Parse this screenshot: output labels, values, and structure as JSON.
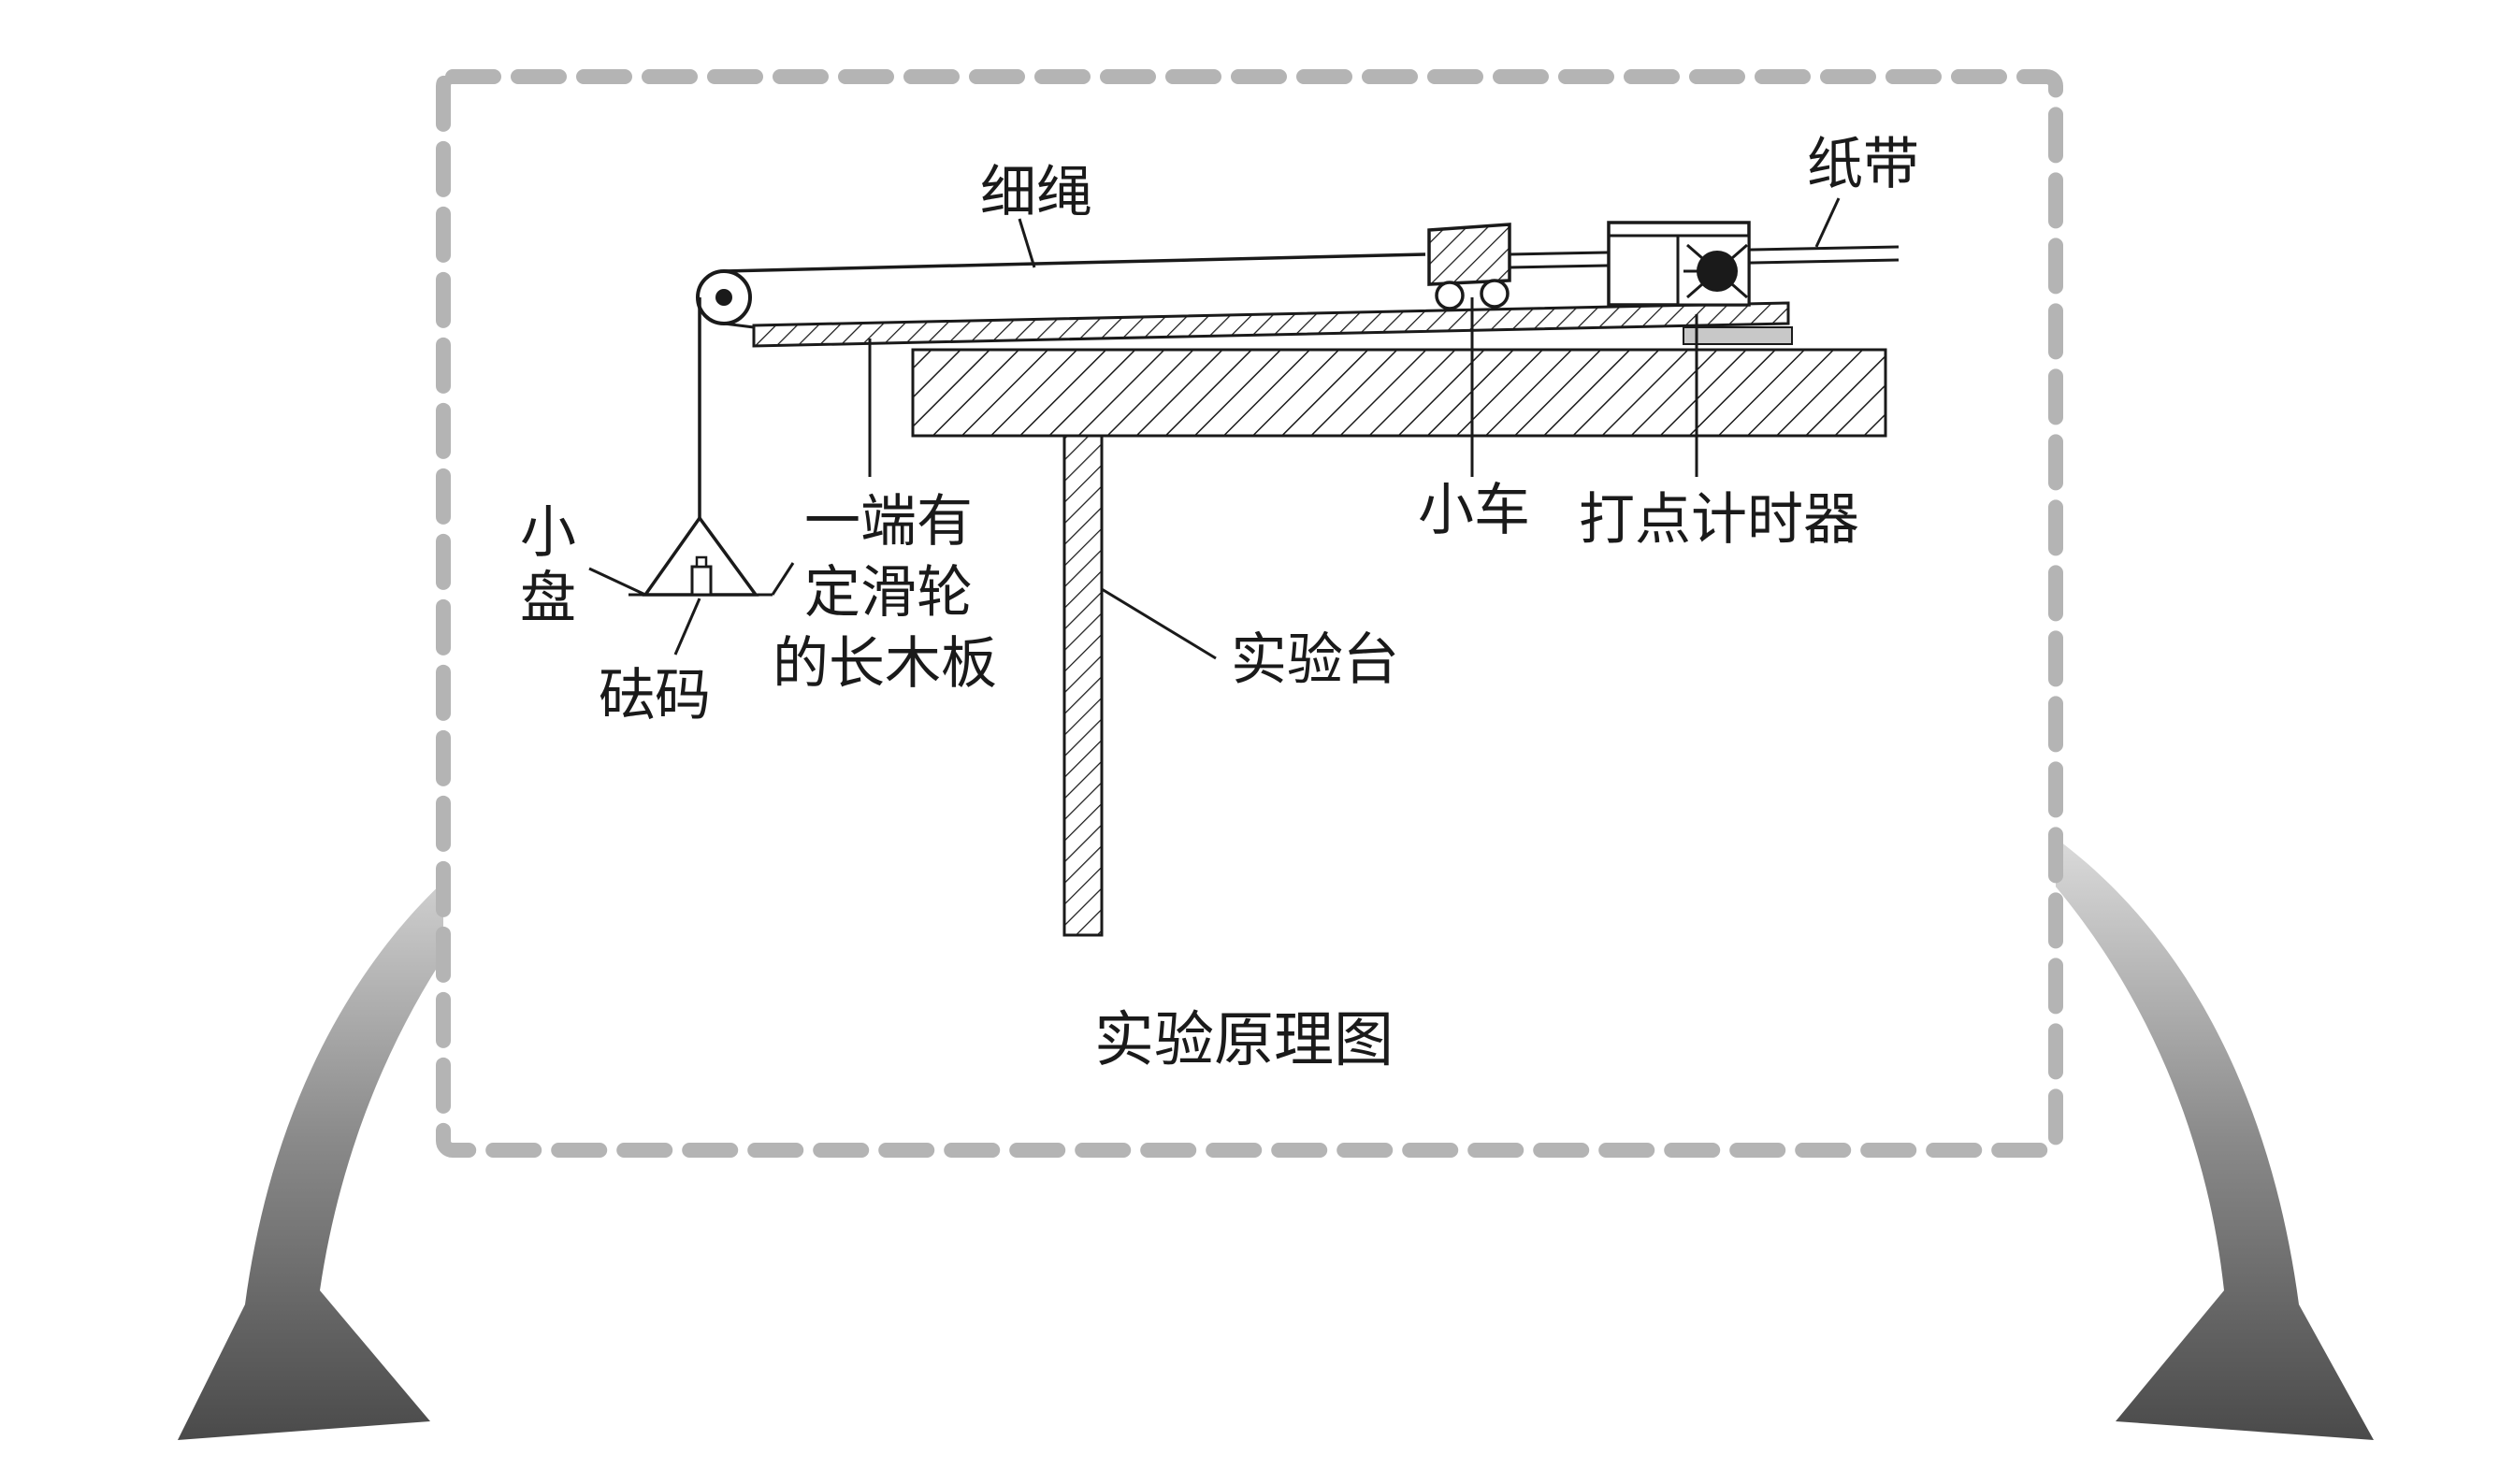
{
  "caption": "实验原理图",
  "labels": {
    "rope": "细绳",
    "tape": "纸带",
    "cart": "小车",
    "timer": "打点计时器",
    "table": "实验台",
    "pan_line1": "小",
    "pan_line2": "盘",
    "weight": "砝码",
    "board_line1": "一端有",
    "board_line2": "定滑轮",
    "board_line3": "的长木板"
  },
  "colors": {
    "ink": "#1a1a1a",
    "dashed_border": "#b4b4b4",
    "arrow_light": "#ededed",
    "arrow_dark": "#4a4a4a"
  }
}
